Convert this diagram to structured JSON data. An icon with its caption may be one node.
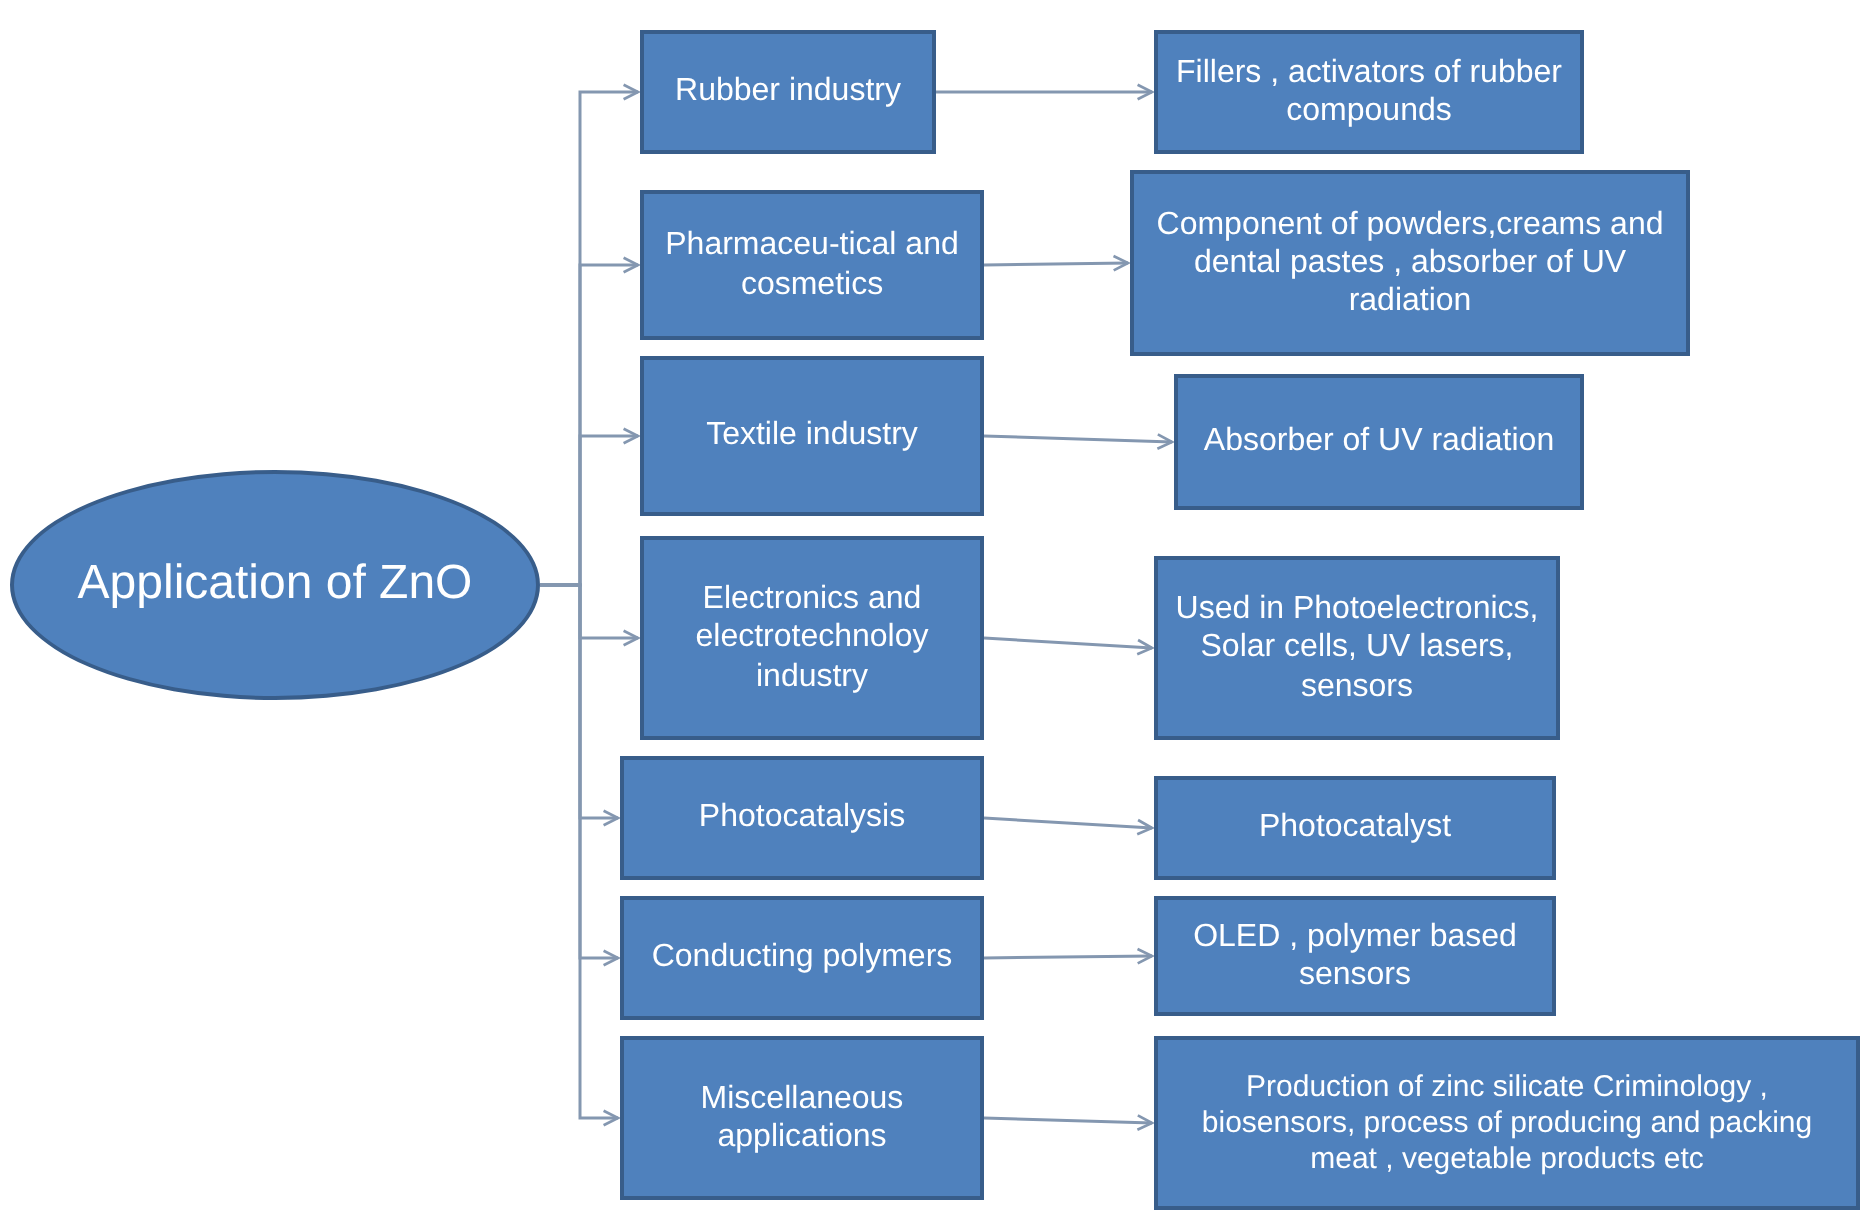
{
  "diagram": {
    "nodes": [
      {
        "text": [
          "Application of ZnO"
        ]
      },
      {
        "text": [
          "Rubber industry"
        ]
      },
      {
        "text": [
          "Fillers , activators of rubber compounds"
        ]
      },
      {
        "text": [
          "Pharmaceu-tical and cosmetics"
        ]
      },
      {
        "text": [
          "Component of powders,creams and dental pastes , absorber of UV radiation"
        ]
      },
      {
        "text": [
          "Textile industry"
        ]
      },
      {
        "text": [
          "Absorber of UV radiation"
        ]
      },
      {
        "text": [
          "Electronics and electrotechnoloy industry"
        ]
      },
      {
        "text": [
          "Used in Photoelectronics, Solar cells, UV lasers, sensors"
        ]
      },
      {
        "text": [
          "Photocatalysis"
        ]
      },
      {
        "text": [
          "Photocatalyst"
        ]
      },
      {
        "text": [
          "Conducting polymers"
        ]
      },
      {
        "text": [
          "OLED , polymer based sensors"
        ]
      },
      {
        "text": [
          "Miscellaneous applications"
        ]
      },
      {
        "text": [
          "Production of zinc silicate Criminology , biosensors, process of producing and packing meat , vegetable products etc"
        ]
      }
    ],
    "edges": [
      {
        "from": 0,
        "to": 1,
        "arrow": "to"
      },
      {
        "from": 0,
        "to": 3,
        "arrow": "to"
      },
      {
        "from": 0,
        "to": 5,
        "arrow": "to"
      },
      {
        "from": 0,
        "to": 7,
        "arrow": "to"
      },
      {
        "from": 0,
        "to": 9,
        "arrow": "to"
      },
      {
        "from": 0,
        "to": 11,
        "arrow": "to"
      },
      {
        "from": 0,
        "to": 13,
        "arrow": "to"
      },
      {
        "from": 1,
        "to": 2,
        "arrow": "to"
      },
      {
        "from": 3,
        "to": 4,
        "arrow": "to"
      },
      {
        "from": 5,
        "to": 6,
        "arrow": "to"
      },
      {
        "from": 7,
        "to": 8,
        "arrow": "to"
      },
      {
        "from": 9,
        "to": 10,
        "arrow": "to"
      },
      {
        "from": 11,
        "to": 12,
        "arrow": "to"
      },
      {
        "from": 13,
        "to": 14,
        "arrow": "to"
      }
    ]
  }
}
